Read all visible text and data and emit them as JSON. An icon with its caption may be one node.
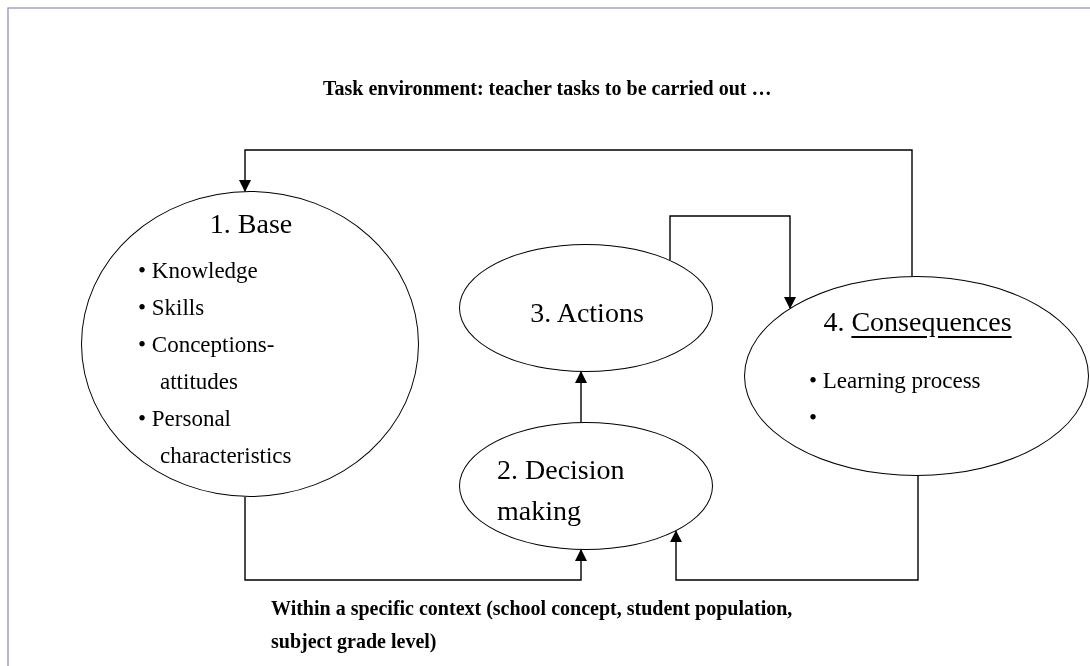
{
  "diagram": {
    "title": "Task environment: teacher tasks to be carried out …",
    "caption": "Within a specific context (school concept, student population, subject grade level)",
    "nodes": [
      {
        "text": [
          "1. Base",
          "• Knowledge",
          "• Skills",
          "• Conceptions- attitudes",
          "• Personal characteristics"
        ]
      },
      {
        "text": [
          "3. Actions"
        ]
      },
      {
        "text": [
          "4. Consequences",
          "• Learning process",
          "•"
        ]
      },
      {
        "text": [
          "2. Decision making"
        ]
      }
    ],
    "edges": [
      {
        "from": 2,
        "to": 0,
        "arrow": "to"
      },
      {
        "from": 3,
        "to": 1,
        "arrow": "to"
      },
      {
        "from": 1,
        "to": 2,
        "arrow": "to"
      },
      {
        "from": 0,
        "to": 3,
        "arrow": "to"
      },
      {
        "from": 2,
        "to": 3,
        "arrow": "to"
      }
    ]
  }
}
